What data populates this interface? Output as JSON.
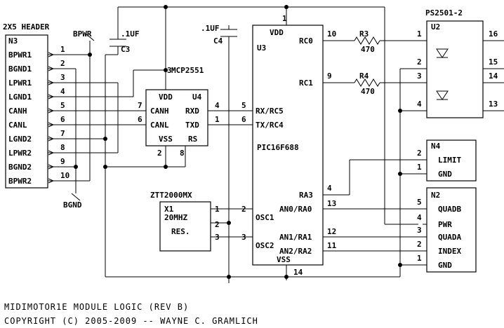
{
  "header_title": "2X5 HEADER",
  "n3": {
    "ref": "N3",
    "pins": [
      {
        "num": "1",
        "label": "BPWR1"
      },
      {
        "num": "2",
        "label": "BGND1"
      },
      {
        "num": "3",
        "label": "LPWR1"
      },
      {
        "num": "4",
        "label": "LGND1"
      },
      {
        "num": "5",
        "label": "CANH"
      },
      {
        "num": "6",
        "label": "CANL"
      },
      {
        "num": "7",
        "label": "LGND2"
      },
      {
        "num": "8",
        "label": "LPWR2"
      },
      {
        "num": "9",
        "label": "BGND2"
      },
      {
        "num": "10",
        "label": "BPWR2"
      }
    ]
  },
  "nets": {
    "bpwr": "BPWR",
    "bgnd": "BGND"
  },
  "caps": {
    "c3": {
      "ref": "C3",
      "value": ".1UF"
    },
    "c4": {
      "ref": "C4",
      "value": ".1UF"
    }
  },
  "u4": {
    "part": "MCP2551",
    "ref": "U4",
    "vdd": "VDD",
    "canh": "CANH",
    "canl": "CANL",
    "vss": "VSS",
    "rxd": "RXD",
    "txd": "TXD",
    "rs": "RS",
    "pins": {
      "p1": "1",
      "p2": "2",
      "p3": "3",
      "p4": "4",
      "p6": "6",
      "p7": "7",
      "p8": "8"
    }
  },
  "u3": {
    "ref": "U3",
    "part": "PIC16F688",
    "vdd": "VDD",
    "vss": "VSS",
    "rc0": "RC0",
    "rc1": "RC1",
    "rx": "RX/RC5",
    "tx": "TX/RC4",
    "ra3": "RA3",
    "an0": "AN0/RA0",
    "osc1": "OSC1",
    "an1": "AN1/RA1",
    "osc2": "OSC2",
    "an2": "AN2/RA2",
    "pins": {
      "p1": "1",
      "p10": "10",
      "p9": "9",
      "p5": "5",
      "p6": "6",
      "p4": "4",
      "p13": "13",
      "p2": "2",
      "p12": "12",
      "p3": "3",
      "p11": "11",
      "p14": "14"
    }
  },
  "resistors": {
    "r3": {
      "ref": "R3",
      "value": "470"
    },
    "r4": {
      "ref": "R4",
      "value": "470"
    }
  },
  "u2": {
    "part": "PS2501-2",
    "ref": "U2",
    "pins": {
      "p1": "1",
      "p2": "2",
      "p3": "3",
      "p4": "4",
      "p13": "13",
      "p14": "14",
      "p15": "15",
      "p16": "16"
    }
  },
  "n4": {
    "ref": "N4",
    "pins": [
      {
        "num": "2",
        "label": "LIMIT"
      },
      {
        "num": "1",
        "label": "GND"
      }
    ]
  },
  "n2": {
    "ref": "N2",
    "pins": [
      {
        "num": "5",
        "label": "QUADB"
      },
      {
        "num": "4",
        "label": "PWR"
      },
      {
        "num": "3",
        "label": "QUADA"
      },
      {
        "num": "2",
        "label": "INDEX"
      },
      {
        "num": "1",
        "label": "GND"
      }
    ]
  },
  "x1": {
    "part": "ZTT2000MX",
    "ref": "X1",
    "freq": "20MHZ",
    "res": "RES.",
    "pins": {
      "p1": "1",
      "p2": "2",
      "p3": "3"
    }
  },
  "title_block": {
    "line1": "MIDIMOTOR1E MODULE LOGIC (REV B)",
    "line2": "COPYRIGHT (C) 2005-2009 -- WAYNE C. GRAMLICH"
  }
}
